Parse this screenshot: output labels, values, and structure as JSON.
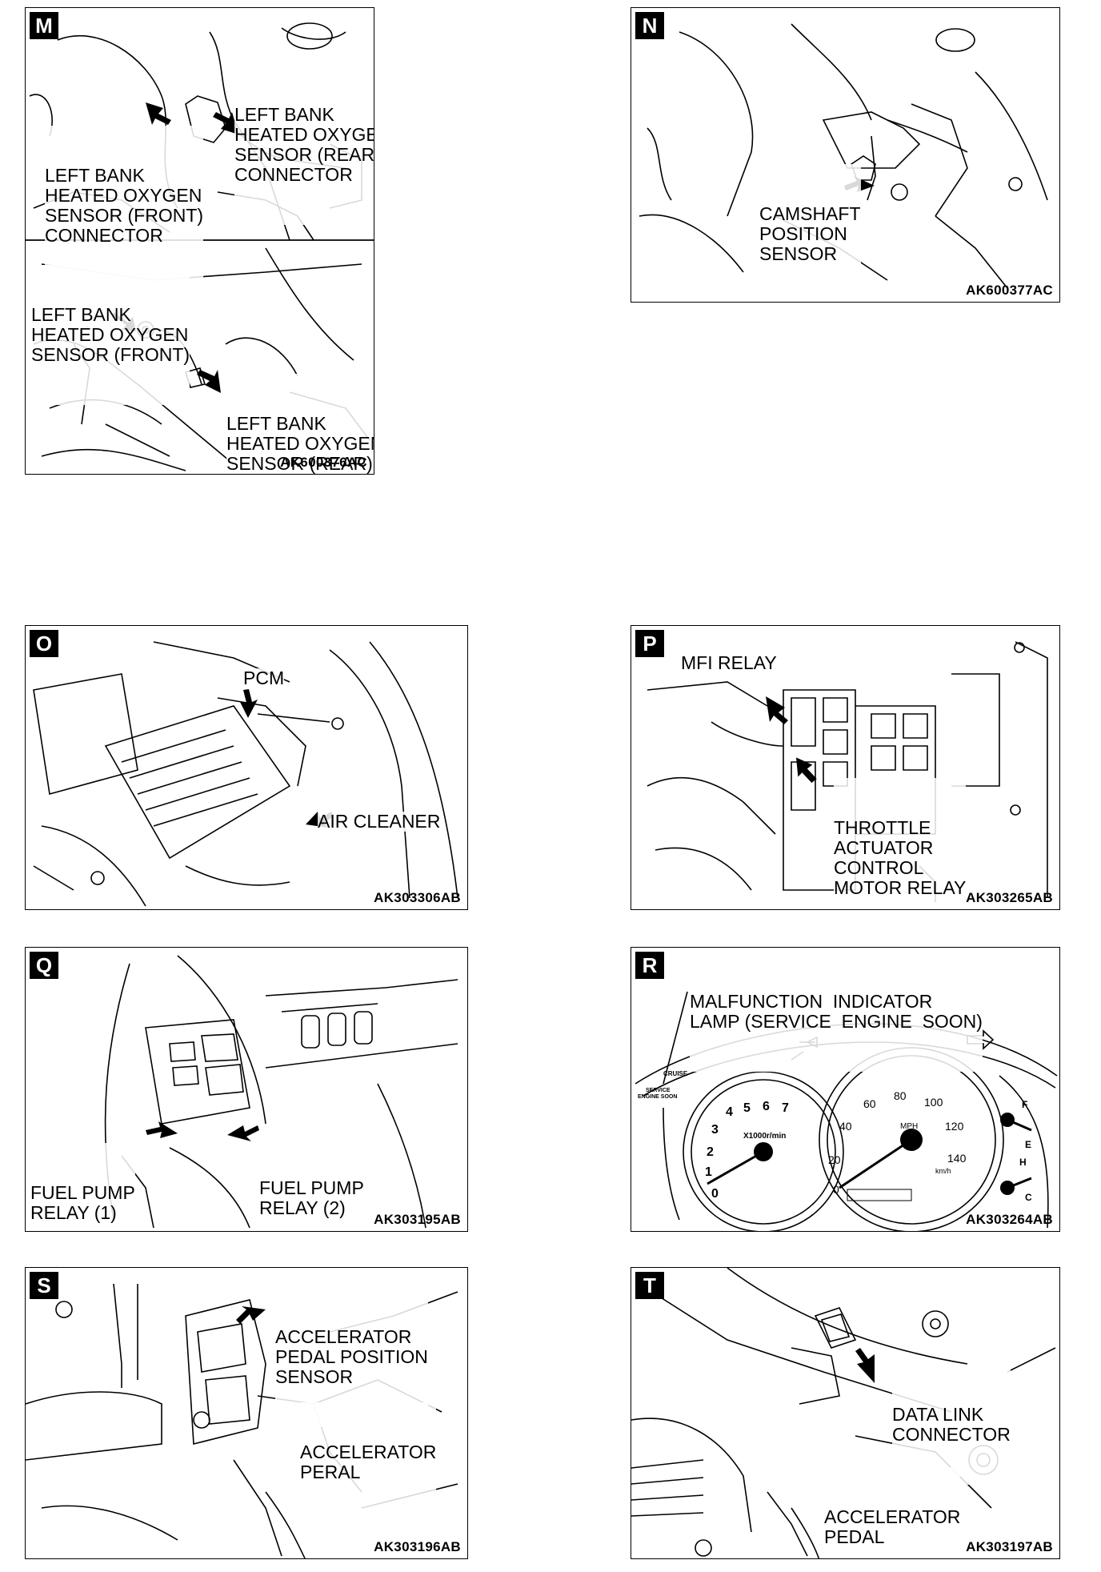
{
  "panels": {
    "m": {
      "letter": "M",
      "top_code": "",
      "code": "AK600376AC",
      "label_rear_conn": [
        "LEFT BANK",
        "HEATED OXYGEN",
        "SENSOR (REAR)",
        "CONNECTOR"
      ],
      "label_front_conn": [
        "LEFT BANK",
        "HEATED OXYGEN",
        "SENSOR (FRONT)",
        "CONNECTOR"
      ],
      "label_front": [
        "LEFT BANK",
        "HEATED OXYGEN",
        "SENSOR (FRONT)"
      ],
      "label_rear": [
        "LEFT BANK",
        "HEATED OXYGEN",
        "SENSOR (REAR)"
      ]
    },
    "n": {
      "letter": "N",
      "code": "AK600377AC",
      "label": [
        "CAMSHAFT",
        "POSITION",
        "SENSOR"
      ]
    },
    "o": {
      "letter": "O",
      "code": "AK303306AB",
      "label_pcm": "PCM",
      "label_air": "AIR CLEANER"
    },
    "p": {
      "letter": "P",
      "code": "AK303265AB",
      "label_mfi": "MFI RELAY",
      "label_throttle": [
        "THROTTLE",
        "ACTUATOR",
        "CONTROL",
        "MOTOR RELAY"
      ]
    },
    "q": {
      "letter": "Q",
      "code": "AK303195AB",
      "label_relay1": [
        "FUEL PUMP",
        "RELAY (1)"
      ],
      "label_relay2": [
        "FUEL PUMP",
        "RELAY (2)"
      ]
    },
    "r": {
      "letter": "R",
      "code": "AK303264AB",
      "label": [
        "MALFUNCTION  INDICATOR",
        "LAMP (SERVICE  ENGINE  SOON)"
      ],
      "gauge": {
        "tach_numbers": [
          "0",
          "1",
          "2",
          "3",
          "4",
          "5",
          "6",
          "7"
        ],
        "tach_unit": "X1000r/min",
        "speed_numbers": [
          "0",
          "20",
          "40",
          "60",
          "80",
          "100",
          "120",
          "140"
        ],
        "speed_unit": "MPH",
        "speed_unit_kmh": "km/h",
        "cruise": "CRUISE",
        "service_engine_soon": [
          "SERVICE",
          "ENGINE SOON"
        ],
        "fuel_labels": [
          "F",
          "E"
        ],
        "temp_labels": [
          "H",
          "C"
        ]
      }
    },
    "s": {
      "letter": "S",
      "code": "AK303196AB",
      "label_sensor": [
        "ACCELERATOR",
        "PEDAL POSITION",
        "SENSOR"
      ],
      "label_pedal": [
        "ACCELERATOR",
        "PERAL"
      ]
    },
    "t": {
      "letter": "T",
      "code": "AK303197AB",
      "label_dlc": [
        "DATA LINK",
        "CONNECTOR"
      ],
      "label_pedal": [
        "ACCELERATOR",
        "PEDAL"
      ]
    }
  }
}
